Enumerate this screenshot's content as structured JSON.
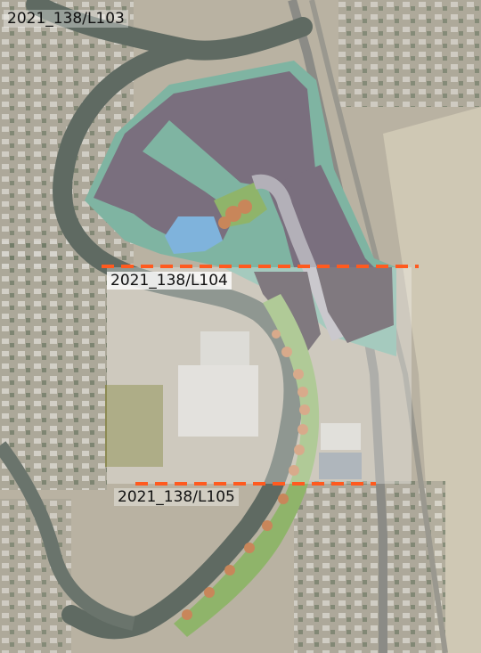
{
  "sheet_labels": {
    "top": "2021_138/L103",
    "middle": "2021_138/L104",
    "bottom": "2021_138/L105"
  },
  "colors": {
    "aerial_base": "#b9b2a2",
    "river": "#5f6a62",
    "pond_dark": "#4a4048",
    "pond_light": "#7a6f7e",
    "stormwater_pond": "#7fb3dc",
    "planting": "#8fb46a",
    "embankment": "#7fb4a2",
    "tree_canopy": "#c8865a",
    "match_line": "#ff5a1f",
    "sheet_overlay": "#ffffff"
  }
}
